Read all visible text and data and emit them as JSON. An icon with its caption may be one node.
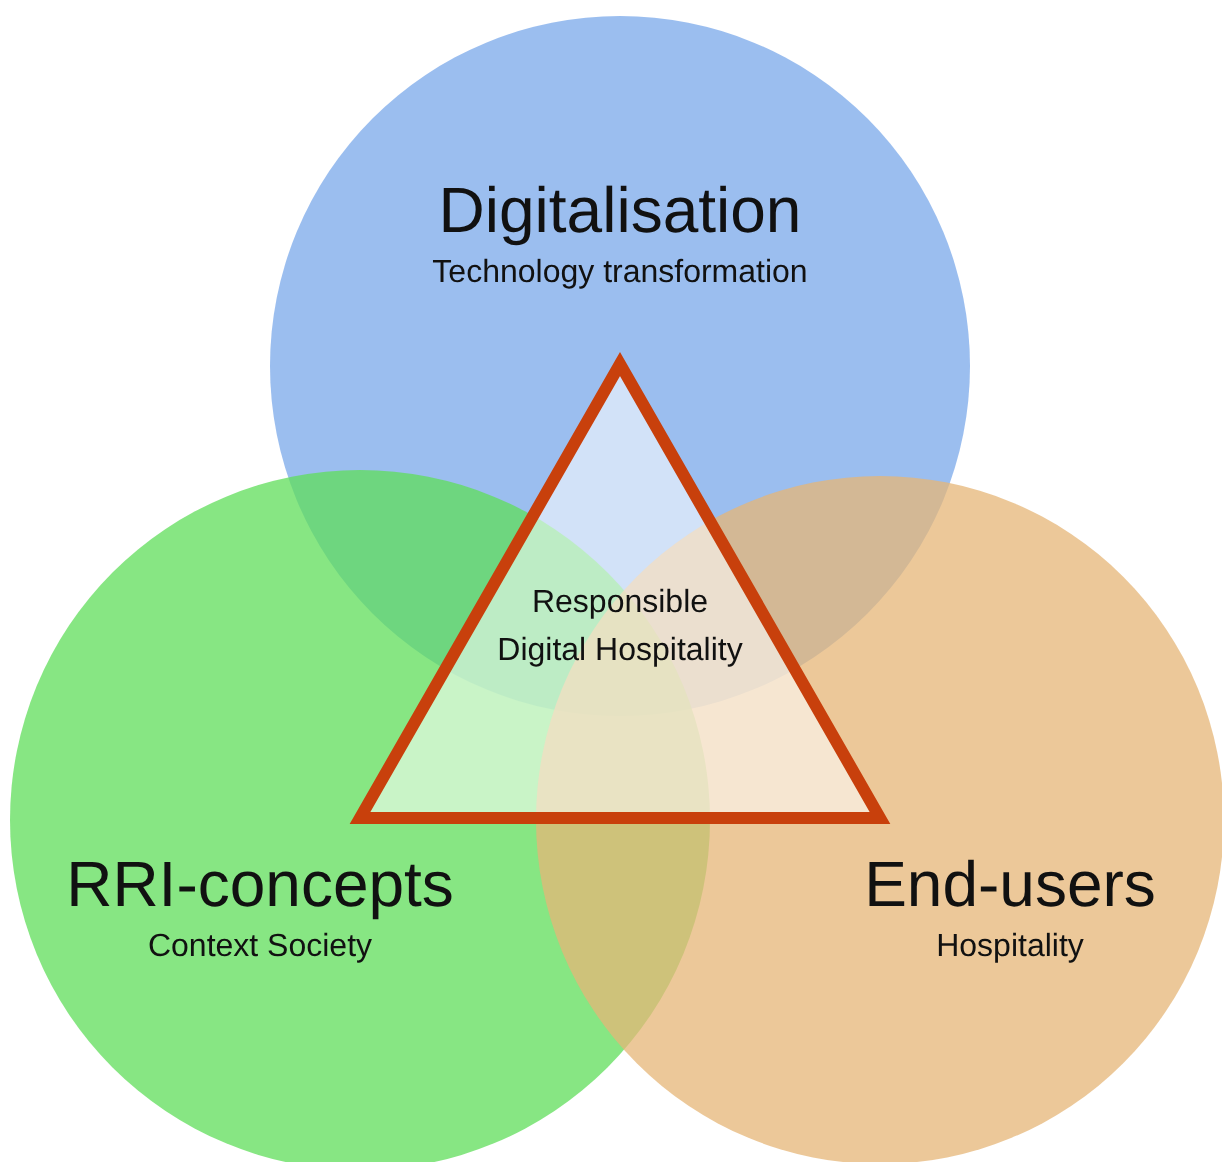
{
  "diagram": {
    "nodes": [
      {
        "text": [
          "Digitalisation",
          "Technology transformation"
        ]
      },
      {
        "text": [
          "RRI-concepts",
          "Context Society"
        ]
      },
      {
        "text": [
          "End-users",
          "Hospitality"
        ]
      },
      {
        "text": [
          "Responsible Digital Hospitality"
        ]
      }
    ]
  }
}
